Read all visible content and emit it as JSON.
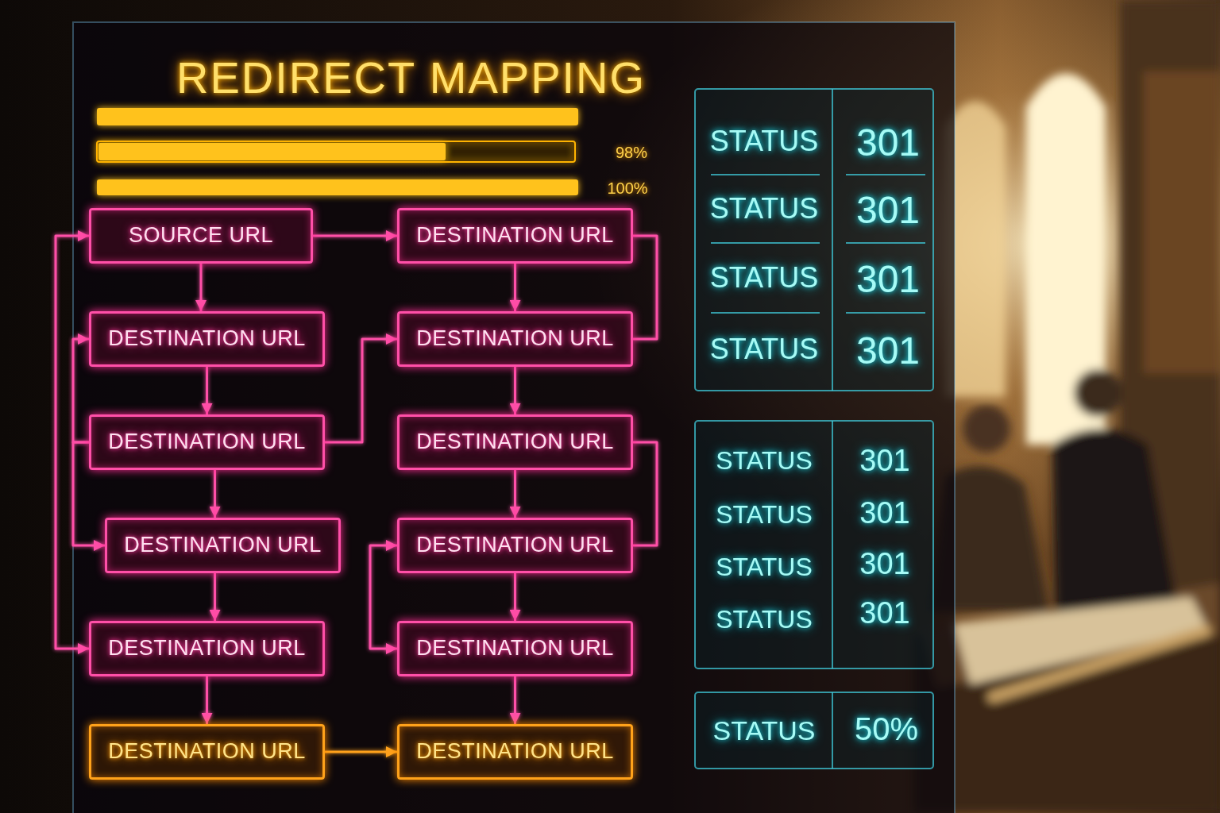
{
  "diagram": {
    "title": "REDIRECT MAPPING",
    "nodes": [
      {
        "text": [
          "SOURCE URL"
        ]
      },
      {
        "text": [
          "DESTINATION URL"
        ]
      },
      {
        "text": [
          "DESTINATION URL"
        ]
      },
      {
        "text": [
          "DESTINATION URL"
        ]
      },
      {
        "text": [
          "DESTINATION URL"
        ]
      },
      {
        "text": [
          "DESTINATION URL"
        ]
      },
      {
        "text": [
          "DESTINATION URL"
        ]
      },
      {
        "text": [
          "DESTINATION URL"
        ]
      },
      {
        "text": [
          "DESTINATION URL"
        ]
      },
      {
        "text": [
          "DESTINATION URL"
        ]
      },
      {
        "text": [
          "DESTINATION URL"
        ]
      },
      {
        "text": [
          "DESTINATION URL"
        ]
      }
    ],
    "edges": [
      {
        "from": 0,
        "to": 1,
        "arrow": "to"
      },
      {
        "from": 0,
        "to": 2,
        "arrow": "to"
      },
      {
        "from": 2,
        "to": 4,
        "arrow": "to"
      },
      {
        "from": 4,
        "to": 6,
        "arrow": "to"
      },
      {
        "from": 6,
        "to": 8,
        "arrow": "to"
      },
      {
        "from": 8,
        "to": 10,
        "arrow": "to"
      },
      {
        "from": 1,
        "to": 3,
        "arrow": "to"
      },
      {
        "from": 3,
        "to": 5,
        "arrow": "to"
      },
      {
        "from": 5,
        "to": 7,
        "arrow": "to"
      },
      {
        "from": 7,
        "to": 9,
        "arrow": "to"
      },
      {
        "from": 9,
        "to": 11,
        "arrow": "to"
      },
      {
        "from": 10,
        "to": 11,
        "arrow": "to"
      },
      {
        "from": 4,
        "to": 3,
        "arrow": "to"
      },
      {
        "from": 1,
        "to": 3,
        "arrow": "none"
      },
      {
        "from": 5,
        "to": 7,
        "arrow": "none"
      },
      {
        "from": 4,
        "to": 2,
        "arrow": "to"
      },
      {
        "from": 4,
        "to": 6,
        "arrow": "to"
      },
      {
        "from": 8,
        "to": 0,
        "arrow": "both"
      },
      {
        "from": 7,
        "to": 9,
        "arrow": "both"
      }
    ],
    "labels": [
      "98%",
      "100%",
      "STATUS",
      "301",
      "STATUS",
      "301",
      "STATUS",
      "301",
      "STATUS",
      "301",
      "STATUS",
      "301",
      "STATUS",
      "301",
      "STATUS",
      "301",
      "STATUS",
      "301",
      "STATUS",
      "50%"
    ]
  }
}
